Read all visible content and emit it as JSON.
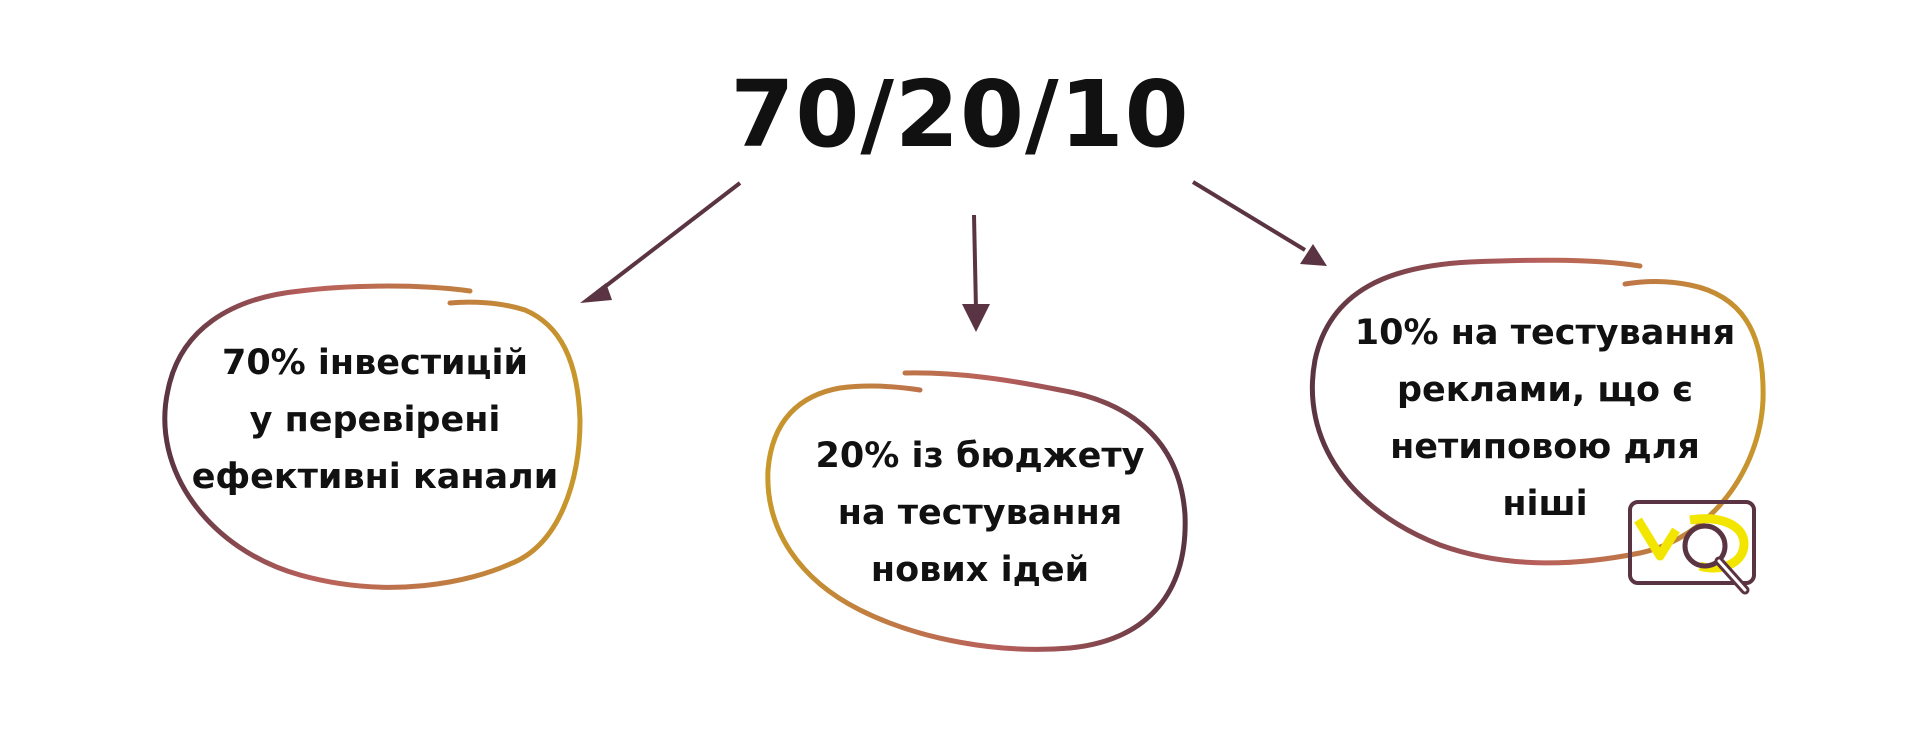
{
  "title": "70/20/10",
  "colors": {
    "arrow": "#5a3442",
    "stroke_gold": "#c8982a",
    "stroke_rose": "#b85f5c",
    "stroke_plum": "#5a3442",
    "logo_yellow": "#f2e600",
    "text": "#111111"
  },
  "nodes": [
    {
      "lines": [
        "70% інвестицій",
        "у перевірені",
        "ефективні канали"
      ]
    },
    {
      "lines": [
        "20% із бюджету",
        "на тестування",
        "нових ідей"
      ]
    },
    {
      "lines": [
        "10% на тестування",
        "реклами, що є",
        "нетиповою для",
        "ніші"
      ]
    }
  ],
  "logo": {
    "icon": "magnifier-logo-icon"
  }
}
